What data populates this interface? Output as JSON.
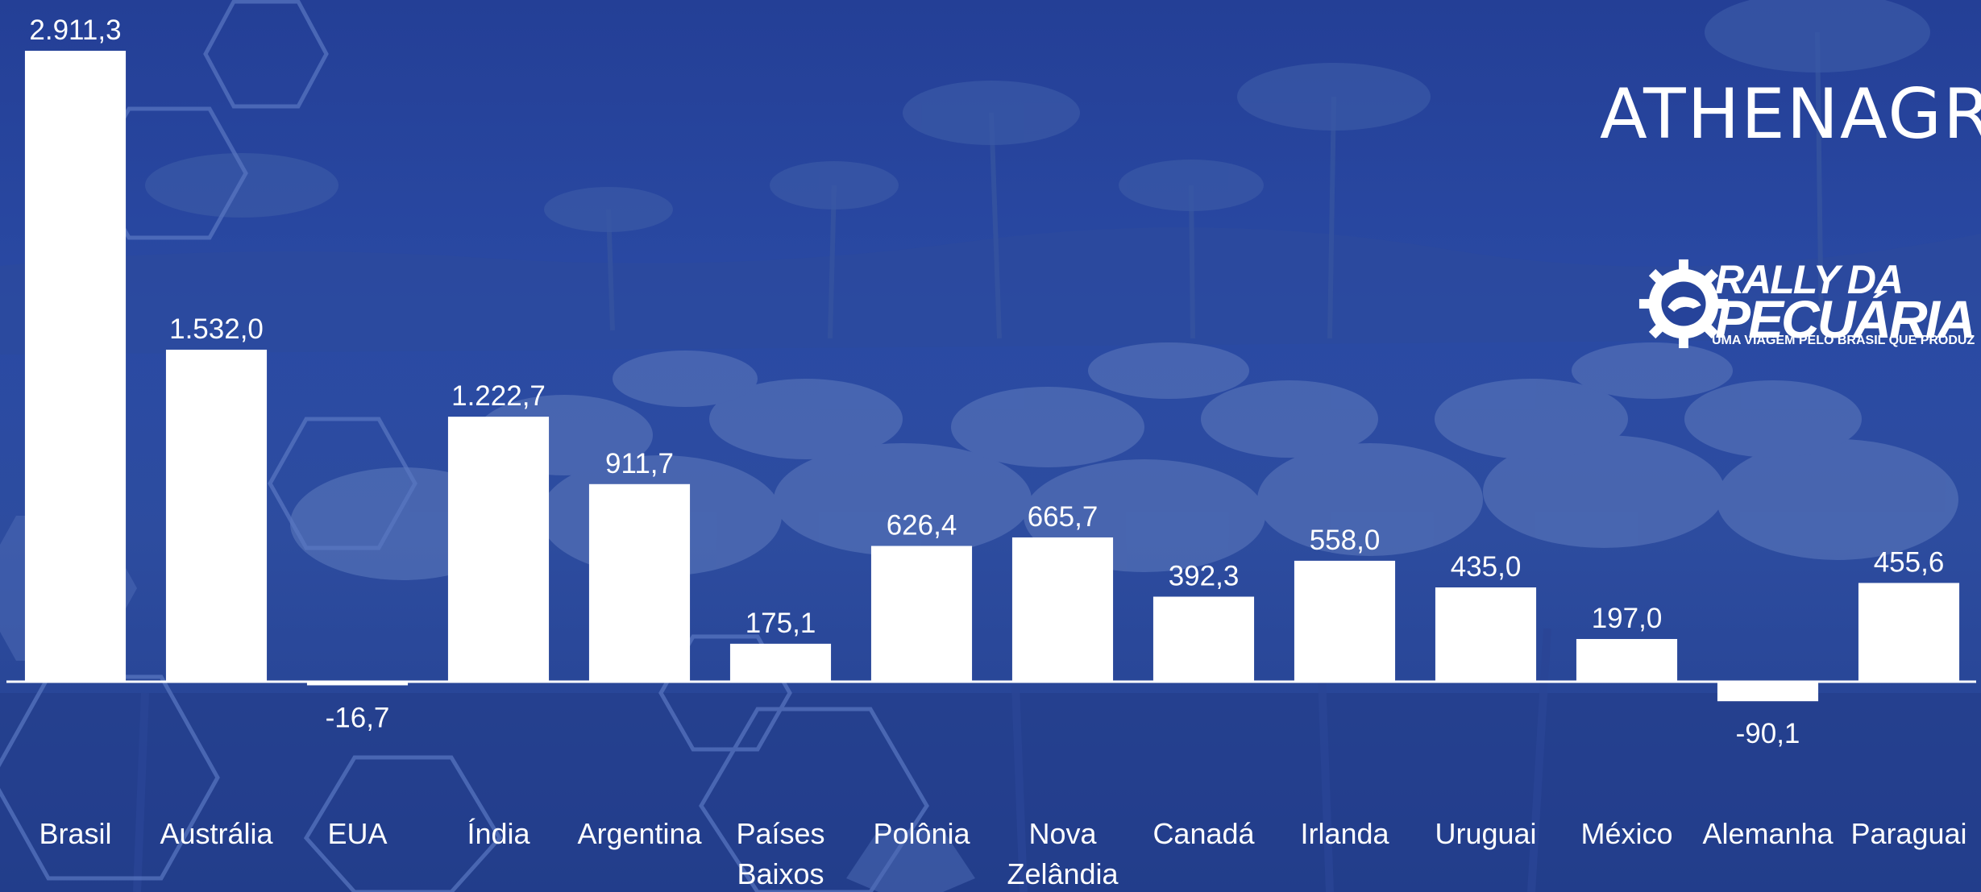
{
  "chart_data": {
    "type": "bar",
    "categories": [
      "Brasil",
      "Austrália",
      "EUA",
      "Índia",
      "Argentina",
      "Países Baixos",
      "Polônia",
      "Nova Zelândia",
      "Canadá",
      "Irlanda",
      "Uruguai",
      "México",
      "Alemanha",
      "Paraguai"
    ],
    "category_lines": [
      [
        "Brasil"
      ],
      [
        "Austrália"
      ],
      [
        "EUA"
      ],
      [
        "Índia"
      ],
      [
        "Argentina"
      ],
      [
        "Países",
        "Baixos"
      ],
      [
        "Polônia"
      ],
      [
        "Nova",
        "Zelândia"
      ],
      [
        "Canadá"
      ],
      [
        "Irlanda"
      ],
      [
        "Uruguai"
      ],
      [
        "México"
      ],
      [
        "Alemanha"
      ],
      [
        "Paraguai"
      ]
    ],
    "values": [
      2911.3,
      1532.0,
      -16.7,
      1222.7,
      911.7,
      175.1,
      626.4,
      665.7,
      392.3,
      558.0,
      435.0,
      197.0,
      -90.1,
      455.6
    ],
    "value_labels": [
      "2.911,3",
      "1.532,0",
      "-16,7",
      "1.222,7",
      "911,7",
      "175,1",
      "626,4",
      "665,7",
      "392,3",
      "558,0",
      "435,0",
      "197,0",
      "-90,1",
      "455,6"
    ],
    "grid": false,
    "legend": "none"
  },
  "branding": {
    "athena_logo": "ATHENAGRO",
    "rally_line1": "RALLY DA",
    "rally_line2": "PECUÁRIA",
    "rally_tagline": "UMA VIAGEM PELO BRASIL QUE PRODUZ"
  },
  "colors": {
    "background": "#26439a",
    "bar": "#ffffff",
    "text": "#ffffff"
  }
}
